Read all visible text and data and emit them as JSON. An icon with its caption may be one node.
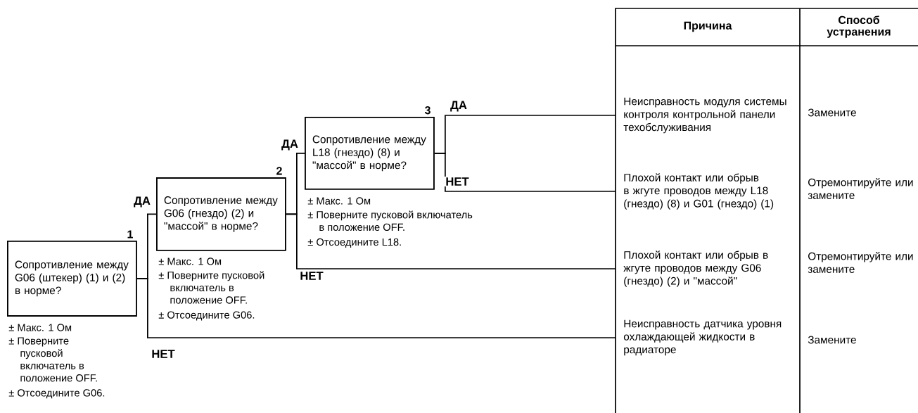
{
  "diagram": {
    "nodes": [
      {
        "text": [
          "Сопротивление между G06 (штекер) (1) и (2) в норме?"
        ],
        "beside": [
          "1",
          "± Макс. 1 Ом",
          "± Поверните пусковой включатель в положение OFF.",
          "± Отсоедините G06."
        ]
      },
      {
        "text": [
          "Сопротивление между G06 (гнездо) (2) и \"массой\" в норме?"
        ],
        "beside": [
          "2",
          "± Макс. 1 Ом",
          "± Поверните пусковой включатель в положение OFF.",
          "± Отсоедините G06."
        ]
      },
      {
        "text": [
          "Сопротивление между L18 (гнездо) (8) и \"массой\" в норме?"
        ],
        "beside": [
          "3",
          "± Макс. 1 Ом",
          "± Поверните пусковой включатель в положение OFF.",
          "± Отсоедините L18."
        ]
      },
      {
        "text": [
          "Неисправность модуля системы контроля контрольной панели техобслуживания"
        ]
      },
      {
        "text": [
          "Плохой контакт или обрыв в жгуте проводов между L18 (гнездо) (8) и G01 (гнездо) (1)"
        ]
      },
      {
        "text": [
          "Плохой контакт или обрыв в жгуте проводов между G06 (гнездо) (2) и \"массой\""
        ]
      },
      {
        "text": [
          "Неисправность датчика уровня охлаждающей жидкости в радиаторе"
        ]
      }
    ],
    "edges": [
      {
        "from": 0,
        "to": 1,
        "arrow": "none",
        "label": "ДА"
      },
      {
        "from": 0,
        "to": 6,
        "arrow": "none",
        "label": "НЕТ"
      },
      {
        "from": 1,
        "to": 2,
        "arrow": "none",
        "label": "ДА"
      },
      {
        "from": 1,
        "to": 5,
        "arrow": "none",
        "label": "НЕТ"
      },
      {
        "from": 2,
        "to": 3,
        "arrow": "none",
        "label": "ДА"
      },
      {
        "from": 2,
        "to": 4,
        "arrow": "none",
        "label": "НЕТ"
      }
    ],
    "labels": [
      "Причина",
      "Способ устранения",
      "Замените",
      "Отремонтируйте или замените",
      "Отремонтируйте или замените",
      "Замените"
    ]
  }
}
